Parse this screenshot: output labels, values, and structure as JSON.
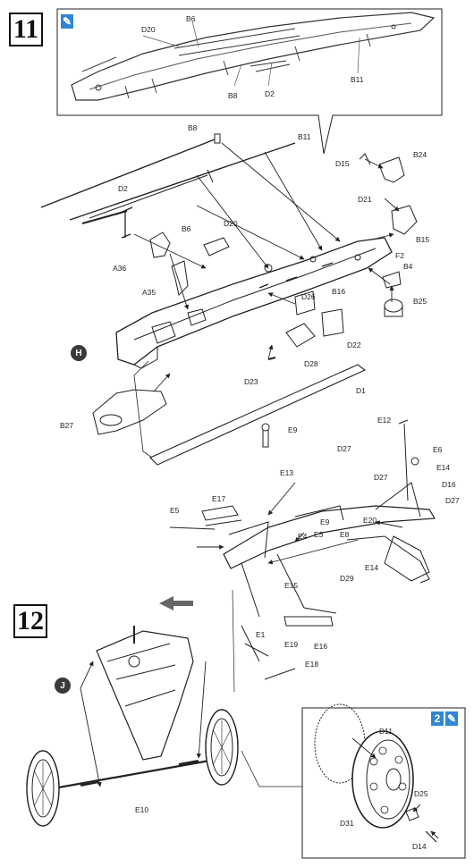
{
  "steps": {
    "s11": "11",
    "s12": "12"
  },
  "markers": {
    "h": "H",
    "j": "J"
  },
  "inset_badges": {
    "top": {
      "icon": "paint-brush-icon"
    },
    "bottom": {
      "count": "2",
      "icon": "paint-brush-icon"
    }
  },
  "colors": {
    "ink": "#222222",
    "badge_blue": "#2f86d6",
    "marker_gray": "#3a3a3a",
    "arrow_gray": "#666666"
  },
  "parts": {
    "d20_top": "D20",
    "b6_top": "B6",
    "b8_top": "B8",
    "d2_top": "D2",
    "b11_top": "B11",
    "b8": "B8",
    "b11": "B11",
    "d2": "D2",
    "b6": "B6",
    "d15": "D15",
    "b24": "B24",
    "d21": "D21",
    "d20": "D20",
    "a36": "A36",
    "a35": "A35",
    "f2": "F2",
    "b4": "B4",
    "b15": "B15",
    "b16": "B16",
    "d26": "D26",
    "b25": "B25",
    "d22": "D22",
    "d28": "D28",
    "d23": "D23",
    "d1": "D1",
    "b27": "B27",
    "e9_top": "E9",
    "e12": "E12",
    "d27_a": "D27",
    "e6": "E6",
    "e13": "E13",
    "e14_top": "E14",
    "d27_b": "D27",
    "d16": "D16",
    "d27_c": "D27",
    "e17": "E17",
    "e5": "E5",
    "e9": "E9",
    "e20": "E20",
    "e4": "E4",
    "e3": "E3",
    "e8": "E8",
    "e14": "E14",
    "e15": "E15",
    "d29": "D29",
    "e1": "E1",
    "e19": "E19",
    "e16": "E16",
    "e18": "E18",
    "e10": "E10",
    "d11": "D11",
    "d25": "D25",
    "d31": "D31",
    "d14": "D14"
  }
}
